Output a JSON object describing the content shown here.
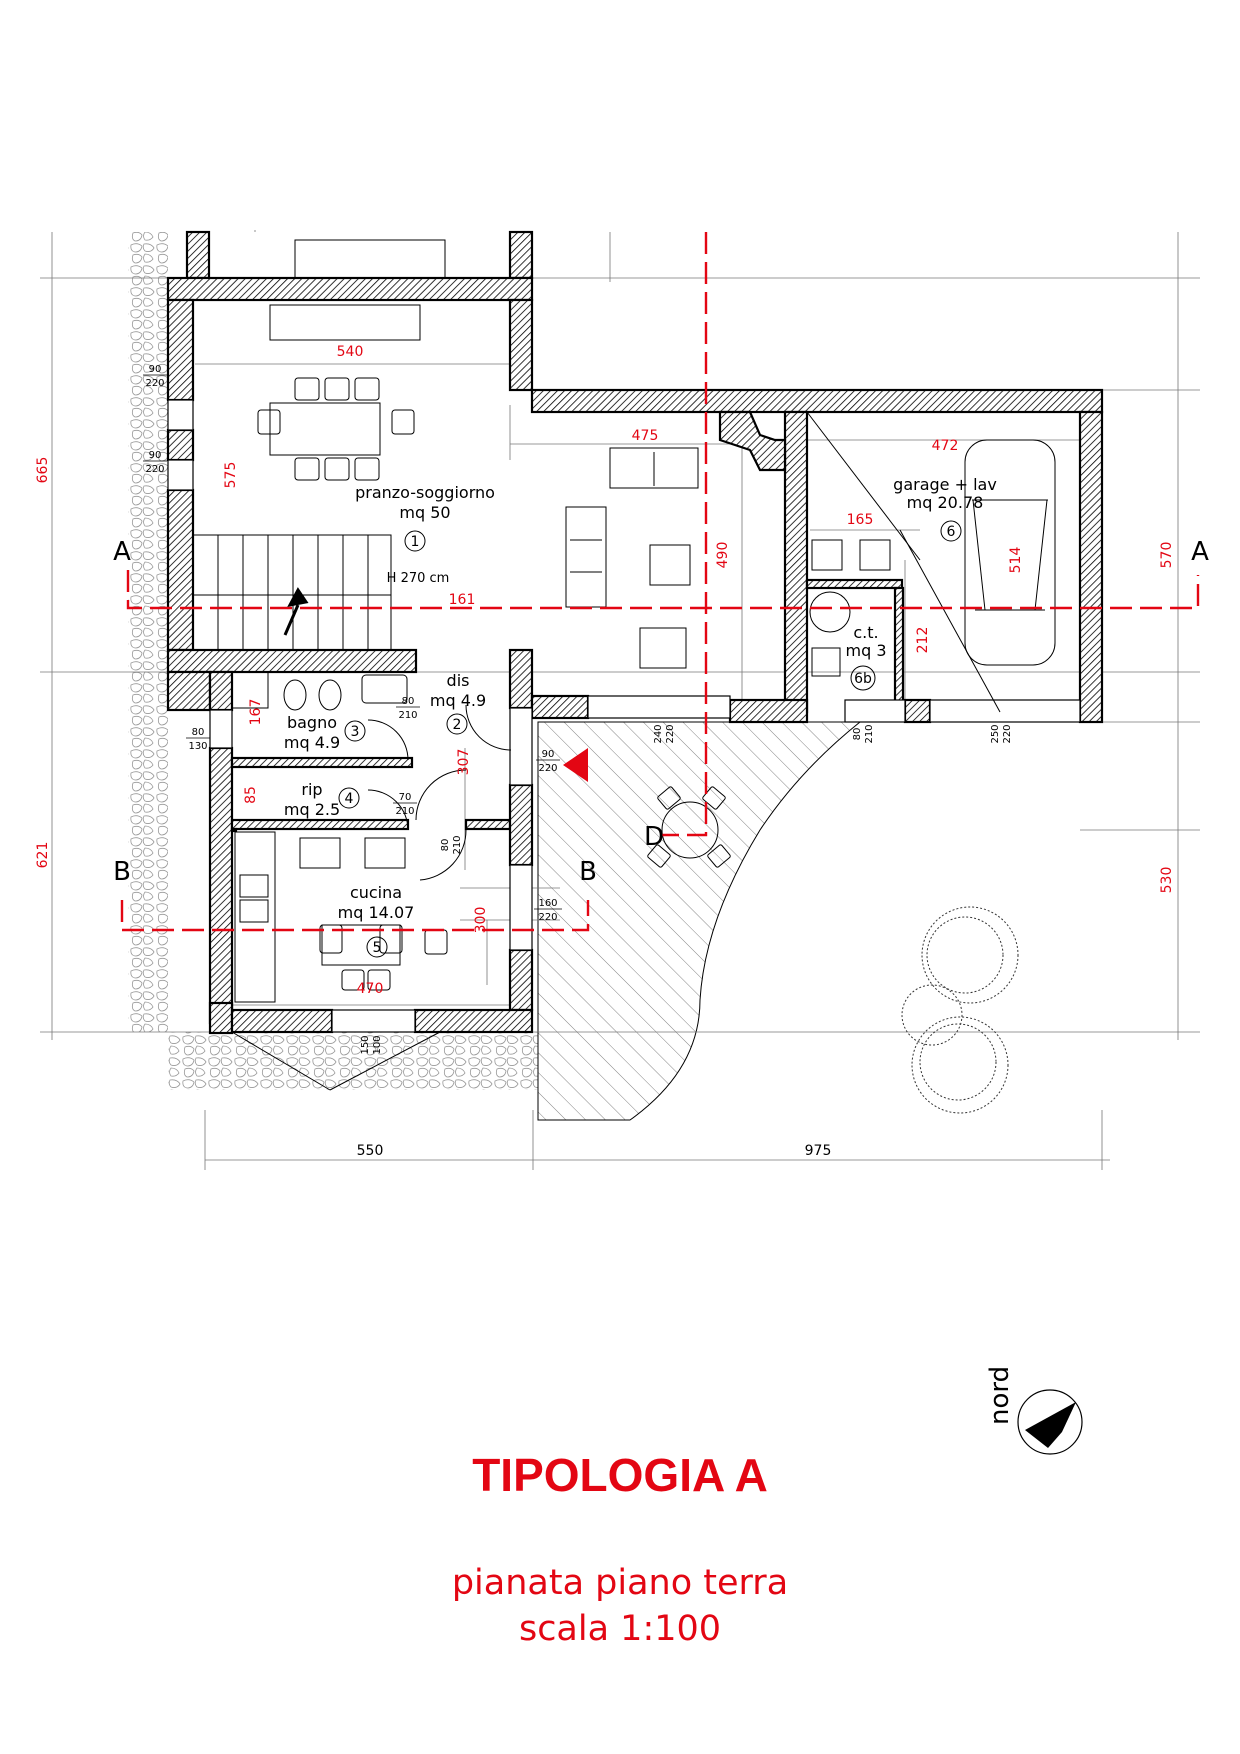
{
  "title": "TIPOLOGIA A",
  "subtitle_1": "pianata piano terra",
  "subtitle_2": "scala 1:100",
  "north": "nord",
  "rooms": {
    "pranzo": {
      "name": "pranzo-soggiorno",
      "area": "mq 50",
      "num": "1",
      "height": "H 270 cm"
    },
    "dis": {
      "name": "dis",
      "area": "mq 4.9",
      "num": "2"
    },
    "bagno": {
      "name": "bagno",
      "area": "mq 4.9",
      "num": "3"
    },
    "rip": {
      "name": "rip",
      "area": "mq 2.5",
      "num": "4"
    },
    "cucina": {
      "name": "cucina",
      "area": "mq 14.07",
      "num": "5"
    },
    "garage": {
      "name": "garage + lav",
      "area": "mq 20.78",
      "num": "6"
    },
    "ct": {
      "name": "c.t.",
      "area": "mq 3",
      "num": "6b"
    }
  },
  "sections": {
    "a": "A",
    "b": "B",
    "d": "D"
  },
  "dims_red": {
    "d540": "540",
    "d575": "575",
    "d475": "475",
    "d490": "490",
    "d472": "472",
    "d165": "165",
    "d514": "514",
    "d212": "212",
    "d161": "161",
    "d167": "167",
    "d307": "307",
    "d85": "85",
    "d300": "300",
    "d470": "470",
    "d665": "665",
    "d621": "621",
    "d570": "570",
    "d530": "530"
  },
  "dims_black": {
    "d550": "550",
    "d975": "975"
  },
  "openings": [
    {
      "w": "90",
      "h": "220"
    },
    {
      "w": "90",
      "h": "220"
    },
    {
      "w": "80",
      "h": "130"
    },
    {
      "w": "80",
      "h": "210"
    },
    {
      "w": "70",
      "h": "210"
    },
    {
      "w": "80",
      "h": "210"
    },
    {
      "w": "90",
      "h": "220"
    },
    {
      "w": "160",
      "h": "220"
    },
    {
      "w": "240",
      "h": "220"
    },
    {
      "w": "80",
      "h": "210"
    },
    {
      "w": "250",
      "h": "220"
    },
    {
      "w": "150",
      "h": "100"
    }
  ],
  "colors": {
    "accent": "#e30613",
    "wall": "#000000",
    "hatch": "#555555"
  }
}
